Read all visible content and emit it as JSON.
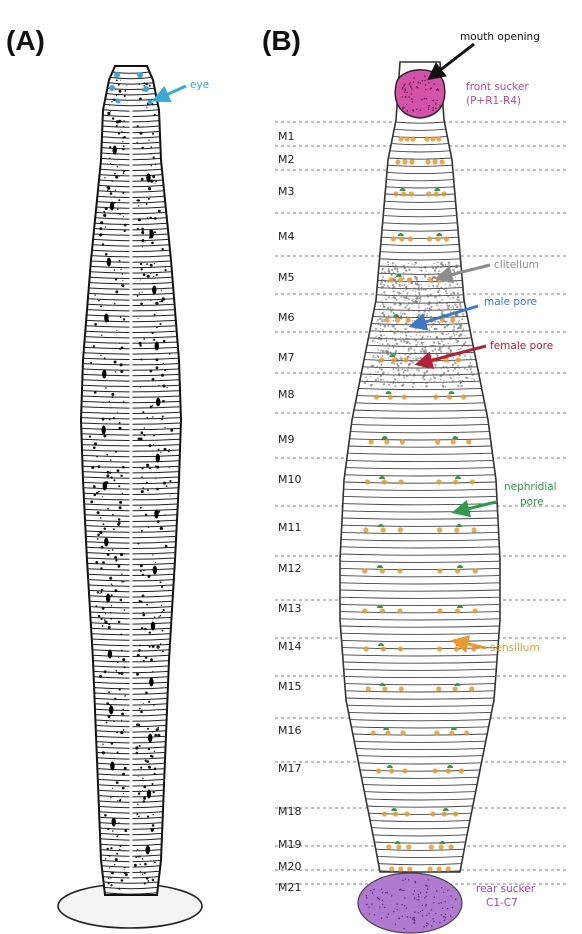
{
  "panels": {
    "a_label": "(A)",
    "b_label": "(B)"
  },
  "segments": [
    "M1",
    "M2",
    "M3",
    "M4",
    "M5",
    "M6",
    "M7",
    "M8",
    "M9",
    "M10",
    "M11",
    "M12",
    "M13",
    "M14",
    "M15",
    "M16",
    "M17",
    "M18",
    "M19",
    "M20",
    "M21"
  ],
  "annotations": {
    "eye": "eye",
    "mouth_opening": "mouth opening",
    "front_sucker": [
      "front sucker",
      "(P+R1-R4)"
    ],
    "clitellum": "clitellum",
    "male_pore": "male pore",
    "female_pore": "female pore",
    "nephridial_pore": [
      "nephridial",
      "pore"
    ],
    "sensillum": "sensillum",
    "rear_sucker": [
      "rear sucker",
      "C1-C7"
    ]
  },
  "colors": {
    "eye": "#3aa9d6",
    "mouth": "#111111",
    "front_sucker": "#c0479e",
    "clitellum": "#8c8c8c",
    "male_pore": "#3d79c4",
    "female_pore": "#b3203a",
    "nephridial": "#2e9a4a",
    "sensillum": "#e89a2c",
    "rear_sucker": "#a26bbf"
  }
}
